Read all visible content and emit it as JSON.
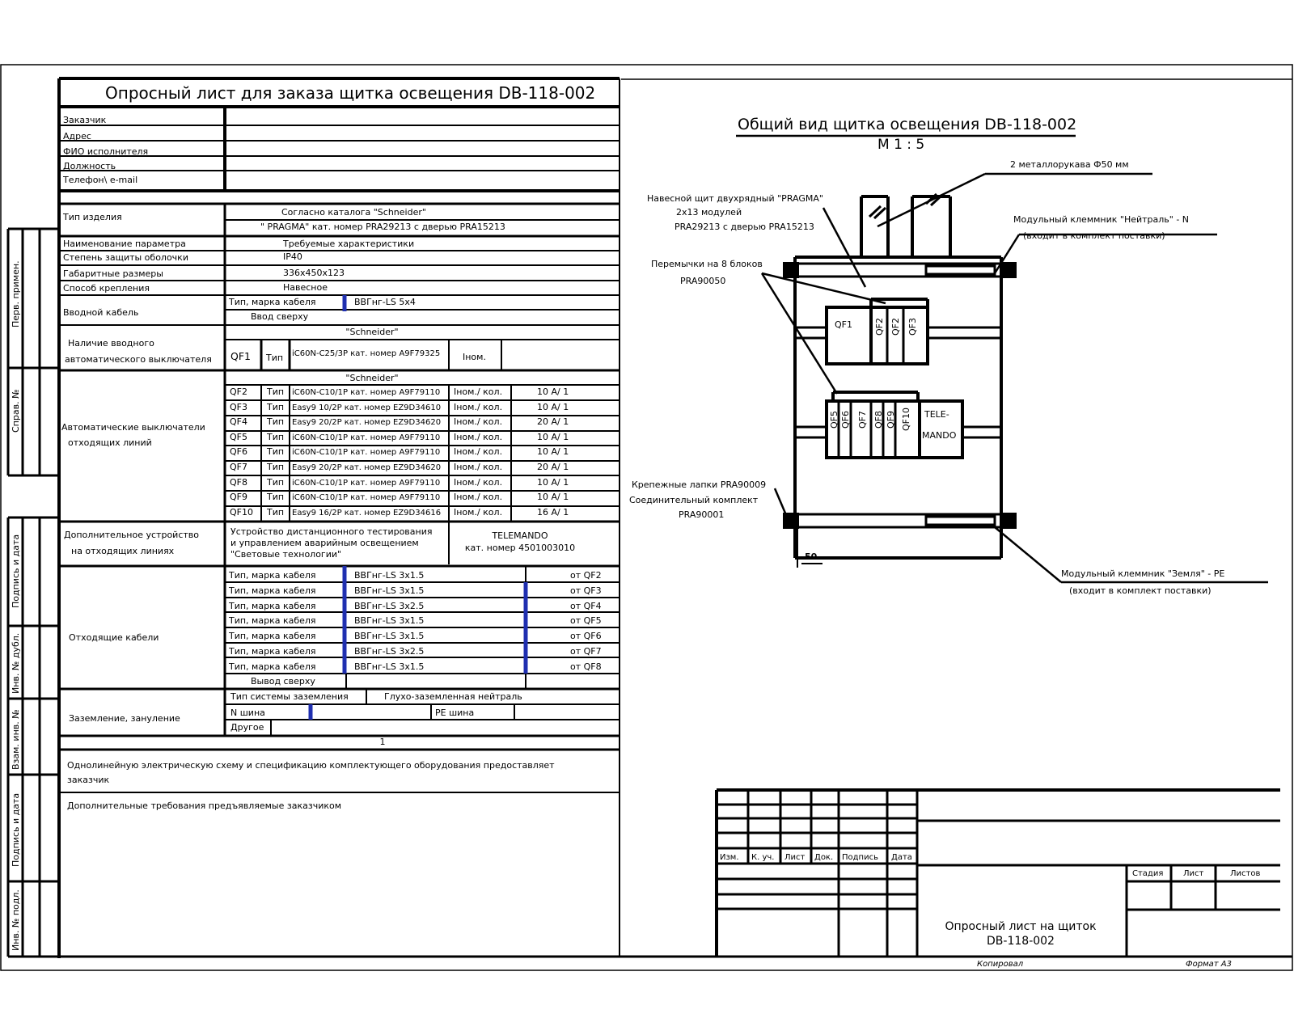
{
  "form": {
    "title": "Опросный лист  для заказа  щитка освещения DB-118-002",
    "customer_rows": [
      "Заказчик",
      "Адрес",
      "ФИО исполнителя",
      "Должность",
      "Телефон\\ e-mail"
    ],
    "product_type_label": "Тип изделия",
    "product_line1": "Согласно каталога \"Schneider\"",
    "product_line2": "\" PRAGMA\"  кат. номер PRA29213 с дверью PRA15213",
    "param_name_label": "Наименование параметра",
    "param_req_label": "Требуемые характеристики",
    "protection_label": "Степень защиты оболочки",
    "protection_value": "IP40",
    "dimensions_label": "Габаритные размеры",
    "dimensions_value": "336х450х123",
    "mount_label": "Способ крепления",
    "mount_value": "Навесное",
    "input_cable_label": "Вводной кабель",
    "input_cable_type": "Тип, марка кабеля",
    "input_cable_value": "ВВГнг-LS  5х4",
    "input_from": "Ввод сверху",
    "schneider1": "\"Schneider\"",
    "main_breaker_label1": "Наличие вводного",
    "main_breaker_label2": "автоматического выключателя",
    "main_qf": "QF1",
    "tip": "Тип",
    "main_model": "iC60N-C25/3P  кат. номер A9F79325",
    "inom": "Iном.",
    "schneider2": "\"Schneider\"",
    "outgoing_label1": "Автоматические выключатели",
    "outgoing_label2": "отходящих линий",
    "inom_kol": "Iном./ кол.",
    "breakers": [
      {
        "qf": "QF2",
        "model": "iC60N-C10/1P  кат. номер A9F79110",
        "rating": "10 A/ 1"
      },
      {
        "qf": "QF3",
        "model": "Easy9  10/2P  кат. номер EZ9D34610",
        "rating": "10 A/ 1"
      },
      {
        "qf": "QF4",
        "model": "Easy9  20/2P  кат. номер EZ9D34620",
        "rating": "20 A/ 1"
      },
      {
        "qf": "QF5",
        "model": "iC60N-C10/1P  кат. номер A9F79110",
        "rating": "10 A/ 1"
      },
      {
        "qf": "QF6",
        "model": "iC60N-C10/1P  кат. номер A9F79110",
        "rating": "10 A/ 1"
      },
      {
        "qf": "QF7",
        "model": "Easy9  20/2P  кат. номер EZ9D34620",
        "rating": "20 A/ 1"
      },
      {
        "qf": "QF8",
        "model": "iC60N-C10/1P  кат. номер A9F79110",
        "rating": "10 A/ 1"
      },
      {
        "qf": "QF9",
        "model": "iC60N-C10/1P  кат. номер A9F79110",
        "rating": "10 A/ 1"
      },
      {
        "qf": "QF10",
        "model": "Easy9  16/2P  кат. номер EZ9D34616",
        "rating": "16 A/ 1"
      }
    ],
    "extra_label1": "Дополнительное устройство",
    "extra_label2": "на отходящих линиях",
    "extra_desc1": "Устройство дистанционного тестирования",
    "extra_desc2": "и управлением аварийным освещением",
    "extra_desc3": "\"Световые технологии\"",
    "extra_name": "TELEMANDO",
    "extra_cat": "кат. номер 4501003010",
    "out_cables_label": "Отходящие кабели",
    "out_cables": [
      {
        "type": "Тип, марка кабеля",
        "cable": "ВВГнг-LS  3х1.5",
        "from": "от QF2"
      },
      {
        "type": "Тип, марка кабеля",
        "cable": "ВВГнг-LS  3х1.5",
        "from": "от QF3"
      },
      {
        "type": "Тип, марка кабеля",
        "cable": "ВВГнг-LS  3х2.5",
        "from": "от QF4"
      },
      {
        "type": "Тип, марка кабеля",
        "cable": "ВВГнг-LS  3х1.5",
        "from": "от QF5"
      },
      {
        "type": "Тип, марка кабеля",
        "cable": "ВВГнг-LS  3х1.5",
        "from": "от QF6"
      },
      {
        "type": "Тип, марка кабеля",
        "cable": "ВВГнг-LS  3х2.5",
        "from": "от QF7"
      },
      {
        "type": "Тип, марка кабеля",
        "cable": "ВВГнг-LS  3х1.5",
        "from": "от QF8"
      }
    ],
    "out_from": "Вывод сверху",
    "earthing_label": "Заземление, зануление",
    "earthing_type": "Тип системы заземления",
    "earthing_value": "Глухо-заземленная нейтраль",
    "n_bus": "N шина",
    "pe_bus": "PE шина",
    "other": "Другое",
    "page_num": "1",
    "note1a": "Однолинейную электрическую схему и спецификацию комплектующего оборудования предоставляет",
    "note1b": "заказчик",
    "note2": "Дополнительные требования предъявляемые заказчиком"
  },
  "side_stamps": [
    "Перв. примен.",
    "Справ. №",
    "Подпись и дата",
    "Инв. № дубл.",
    "Взам. инв. №",
    "Подпись и дата",
    "Инв. № подл."
  ],
  "drawing": {
    "title": "Общий вид щитка освещения DB-118-002",
    "scale": "М 1 : 5",
    "conduit": "2 металлорукава Ф50 мм",
    "enclosure1": "Навесной щит двухрядный \"PRAGMA\"",
    "enclosure2": "2х13 модулей",
    "enclosure3": "PRA29213 с дверью PRA15213",
    "neutral1": "Модульный клеммник \"Нейтраль\" - N",
    "neutral2": "(входит в комплект поставки)",
    "jumpers1": "Перемычки на 8 блоков",
    "jumpers2": "PRA90050",
    "qf_top": [
      "QF1",
      "QF2",
      "QF2",
      "QF3"
    ],
    "qf_bottom": [
      "QF5",
      "QF6",
      "QF7",
      "QF8",
      "QF9",
      "QF10"
    ],
    "telemando1": "TELE-",
    "telemando2": "MANDO",
    "mount1": "Крепежные лапки PRA90009",
    "mount2": "Соединительный комплект",
    "mount3": "PRA90001",
    "dim": "50",
    "earth1": "Модульный клеммник    \"Земля\" - PE",
    "earth2": "(входит в комплект поставки)"
  },
  "title_block": {
    "cols": [
      "Изм.",
      "К. уч.",
      "Лист",
      "Док.",
      "Подпись",
      "Дата"
    ],
    "stage": "Стадия",
    "sheet": "Лист",
    "sheets": "Листов",
    "name1": "Опросный лист на щиток",
    "name2": "DB-118-002",
    "copied": "Копировал",
    "format": "Формат А3"
  }
}
